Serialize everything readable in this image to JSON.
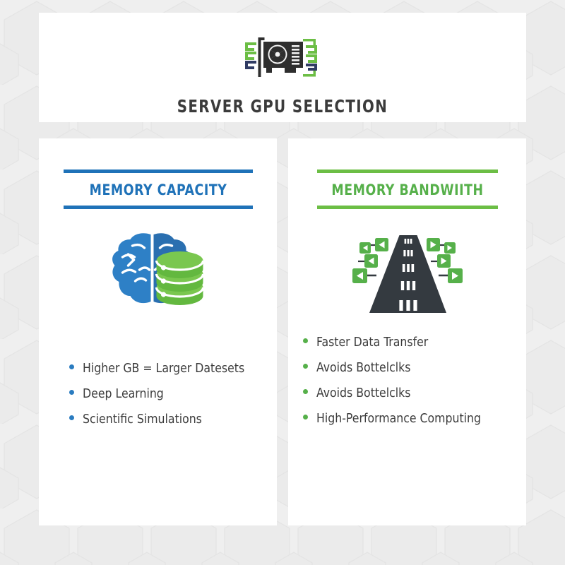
{
  "theme": {
    "background": "#efefef",
    "card_background": "#ffffff",
    "title_color": "#3b3b3b",
    "accent_blue": "#1f72b8",
    "accent_green": "#6cbe45",
    "body_text": "#3c3c3c"
  },
  "header": {
    "title": "SERVER GPU SELECTION",
    "icon": "gpu-card-icon"
  },
  "columns": [
    {
      "key": "memory_capacity",
      "heading": "MEMORY CAPACITY",
      "accent": "#1f72b8",
      "illustration": "brain-database-icon",
      "bullets": [
        "Higher GB = Larger Datesets",
        "Deep Learning",
        "Scientific Simulations"
      ]
    },
    {
      "key": "memory_bandwidth",
      "heading": "MEMORY BANDWIITH",
      "accent": "#6cbe45",
      "illustration": "highway-road-icon",
      "bullets": [
        "Faster Data Transfer",
        "Avoids Bottelclks",
        "Avoids Bottelclks",
        "High-Performance Computing"
      ]
    }
  ]
}
